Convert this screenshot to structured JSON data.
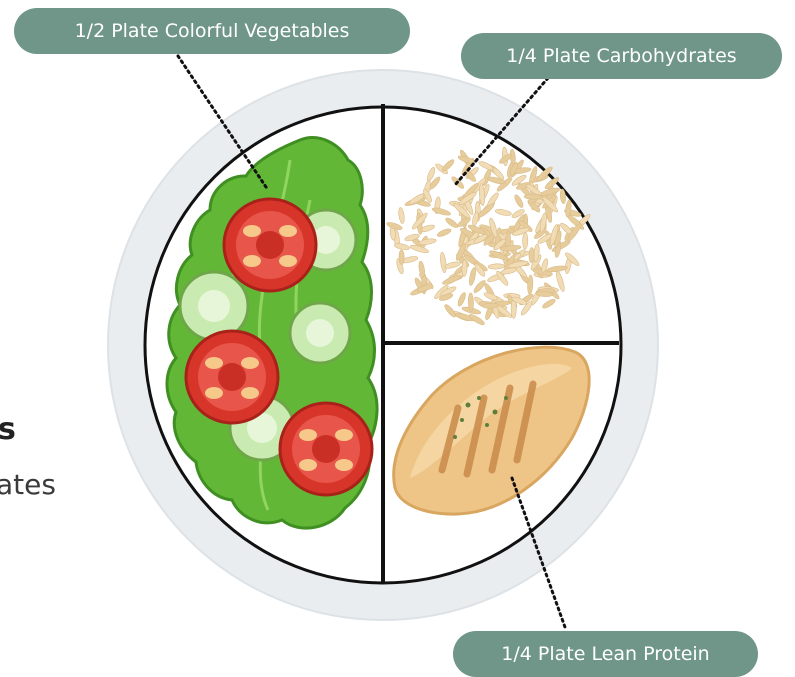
{
  "labels": {
    "vegetables": "1/2 Plate Colorful Vegetables",
    "carbohydrates": "1/4 Plate Carbohydrates",
    "protein": "1/4 Plate Lean Protein"
  },
  "side_text": {
    "heading_fragment": "s",
    "subheading_fragment": "ates"
  },
  "plate_portions": [
    {
      "section": "vegetables",
      "fraction": 0.5
    },
    {
      "section": "carbohydrates",
      "fraction": 0.25
    },
    {
      "section": "protein",
      "fraction": 0.25
    }
  ],
  "colors": {
    "label_pill": "#6f9688",
    "plate_rim": "#e9edf0",
    "plate_inner": "#ffffff",
    "divider": "#111111",
    "lettuce": "#62b836",
    "lettuce_dark": "#3f8f22",
    "tomato": "#d8352a",
    "cucumber": "#c9ebb1",
    "rice": "#f1dcb6",
    "protein": "#eec487",
    "grill_marks": "#c98a4a"
  },
  "icons": {
    "vegetables": "salad-icon",
    "carbohydrates": "rice-icon",
    "protein": "chicken-breast-icon"
  }
}
